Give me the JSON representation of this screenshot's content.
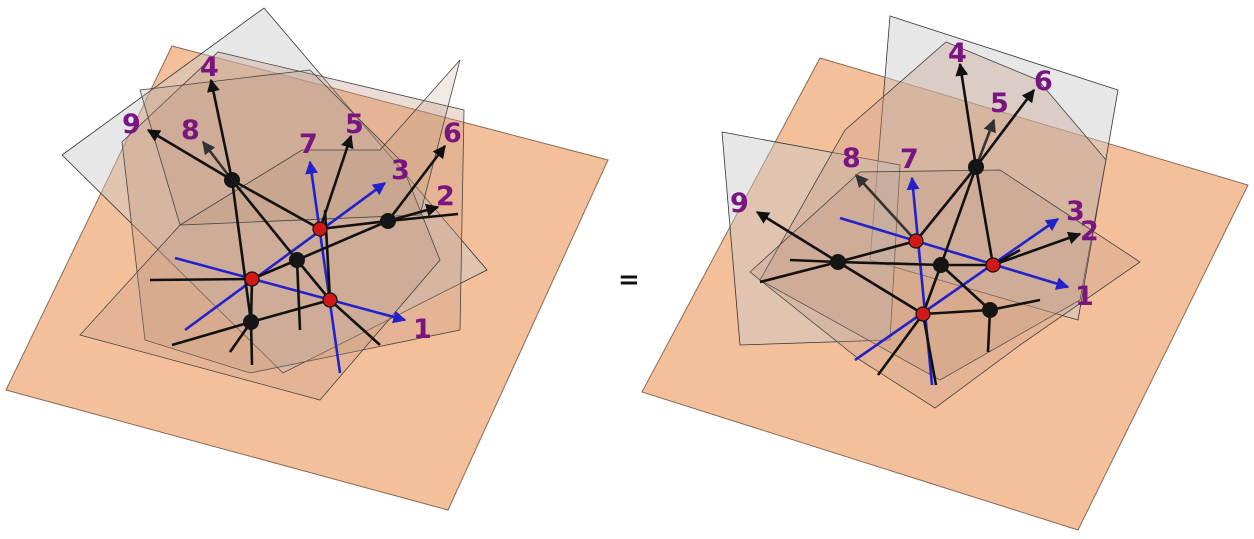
{
  "colors": {
    "ground": "#f4c09c",
    "ground_edge": "#8a6a55",
    "plane_gray": "#c9c9c9",
    "plane_tan": "#c79f86",
    "black_leg": "#111111",
    "blue_leg": "#2222cc",
    "vertex_black": "#151515",
    "vertex_red": "#d01818",
    "label": "#7a1480"
  },
  "equation": {
    "symbol": "="
  },
  "left_diagram": {
    "leg_labels": [
      "1",
      "2",
      "3",
      "4",
      "5",
      "6",
      "7",
      "8",
      "9"
    ],
    "black_vertex_count": 4,
    "red_vertex_count": 3
  },
  "right_diagram": {
    "leg_labels": [
      "1",
      "2",
      "3",
      "4",
      "5",
      "6",
      "7",
      "8",
      "9"
    ],
    "black_vertex_count": 4,
    "red_vertex_count": 3
  }
}
